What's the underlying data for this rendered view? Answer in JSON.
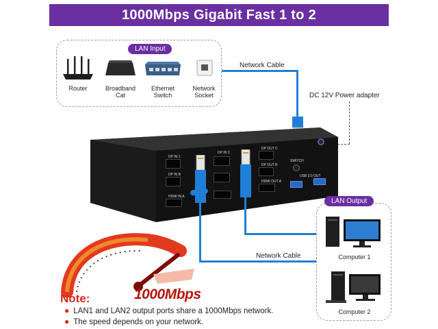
{
  "banner": {
    "title": "1000Mbps Gigabit Fast 1 to 2"
  },
  "lan_input": {
    "tag": "LAN Input",
    "devices": [
      "Router",
      "Broadband\nCat",
      "Ethernet\nSwitch",
      "Network\nSocket"
    ]
  },
  "cables": {
    "top": "Network Cable",
    "bottom": "Network Cable"
  },
  "power": {
    "label": "DC 12V Power adapter"
  },
  "lan_output": {
    "tag": "LAN Output",
    "devices": [
      "Computer 1",
      "Computer 2"
    ]
  },
  "hub": {
    "port_labels": [
      "DP IN 1",
      "DP IN B",
      "HDMI IN A",
      "DP IN C",
      "DP OUT C",
      "DP OUT B",
      "HDMI OUT A",
      "USB 3.0 OUT",
      "SWITCH"
    ]
  },
  "speed": "1000Mbps",
  "note": {
    "title": "Note:",
    "lines": [
      "LAN1 and LAN2 output ports share a 1000Mbps network.",
      "The speed depends on your network."
    ]
  },
  "colors": {
    "accent": "#6a2fa0",
    "cable": "#1f7fd8",
    "note": "#d8261c"
  }
}
